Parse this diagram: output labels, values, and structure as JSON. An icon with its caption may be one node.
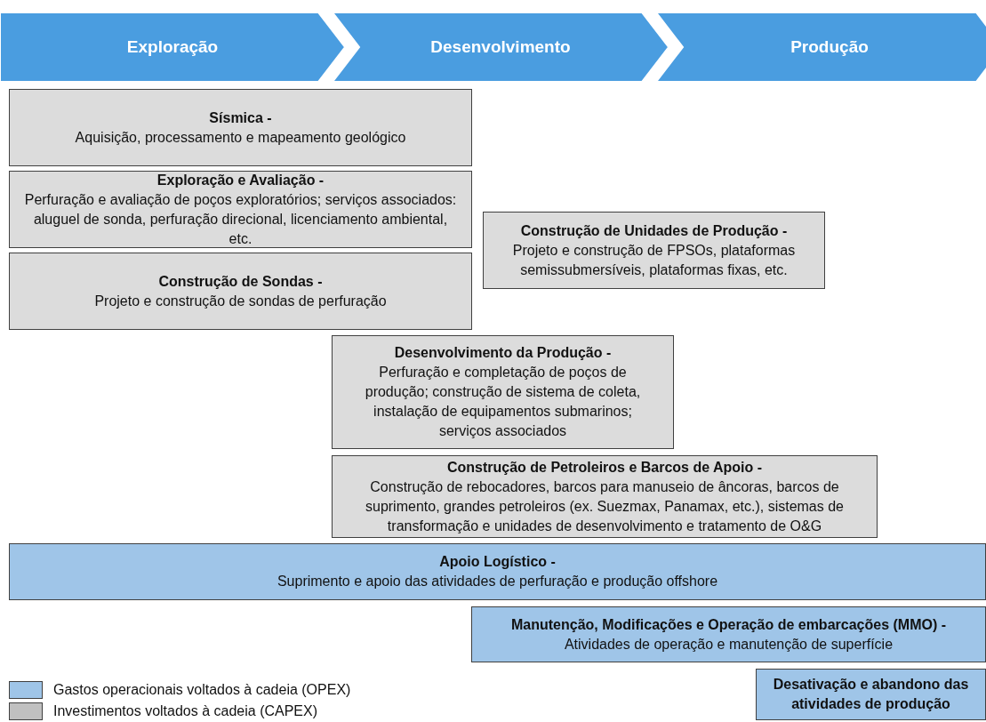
{
  "diagram": {
    "nodes": [
      {
        "text": [
          "Exploração"
        ]
      },
      {
        "text": [
          "Desenvolvimento"
        ]
      },
      {
        "text": [
          "Produção"
        ]
      },
      {
        "text": [
          "Sísmica -",
          "Aquisição, processamento e mapeamento geológico"
        ]
      },
      {
        "text": [
          "Exploração e Avaliação -",
          "Perfuração e avaliação de poços exploratórios; serviços associados: aluguel de sonda, perfuração direcional, licenciamento ambiental, etc."
        ]
      },
      {
        "text": [
          "Construção de Sondas -",
          "Projeto e construção de sondas de perfuração"
        ]
      },
      {
        "text": [
          "Construção de Unidades de Produção -",
          "Projeto e construção de FPSOs, plataformas semissubmersíveis, plataformas fixas, etc."
        ]
      },
      {
        "text": [
          "Desenvolvimento da Produção -",
          "Perfuração e completação de poços de produção; construção de sistema de coleta, instalação de equipamentos submarinos; serviços associados"
        ]
      },
      {
        "text": [
          "Construção de Petroleiros e Barcos de Apoio -",
          "Construção de rebocadores, barcos para manuseio de âncoras, barcos de suprimento, grandes petroleiros (ex. Suezmax, Panamax, etc.), sistemas de transformação e unidades de desenvolvimento e tratamento de O&G"
        ]
      },
      {
        "text": [
          "Apoio Logístico -",
          "Suprimento e apoio das atividades de perfuração e produção offshore"
        ]
      },
      {
        "text": [
          "Manutenção, Modificações e Operação de embarcações (MMO) -",
          "Atividades de operação e manutenção de superfície"
        ]
      },
      {
        "text": [
          "Desativação e abandono das atividades de produção"
        ]
      }
    ],
    "legend": [
      {
        "text": "Gastos operacionais voltados à cadeia (OPEX)",
        "color": "#9fc5e8"
      },
      {
        "text": "Investimentos voltados à cadeia  (CAPEX)",
        "color": "#c0c0c0"
      }
    ]
  }
}
